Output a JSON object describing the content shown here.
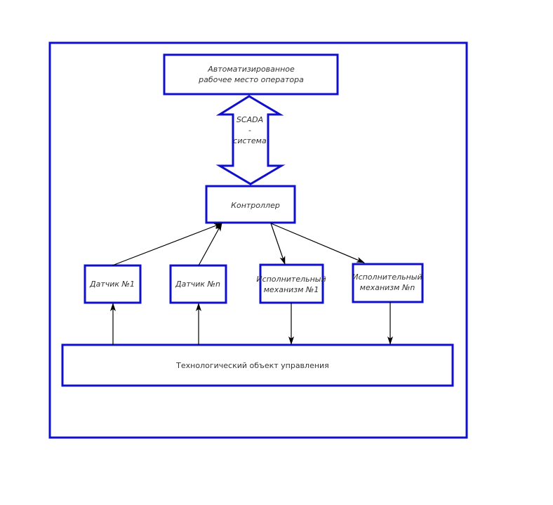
{
  "diagram": {
    "operator_station": {
      "line1": "Автоматизированное",
      "line2": "рабочее место оператора"
    },
    "scada": {
      "line1": "SCADA",
      "line2": "-",
      "line3": "система"
    },
    "controller": "Контроллер",
    "sensor_1": "Датчик №1",
    "sensor_n": "Датчик №n",
    "actuator_1": {
      "line1": "Исполнительный",
      "line2": "механизм №1"
    },
    "actuator_n": {
      "line1": "Исполнительный",
      "line2": "механизм №n"
    },
    "process_object": "Технологический объект управления"
  },
  "colors": {
    "box_stroke": "#1010cc",
    "arrow": "#000000"
  }
}
